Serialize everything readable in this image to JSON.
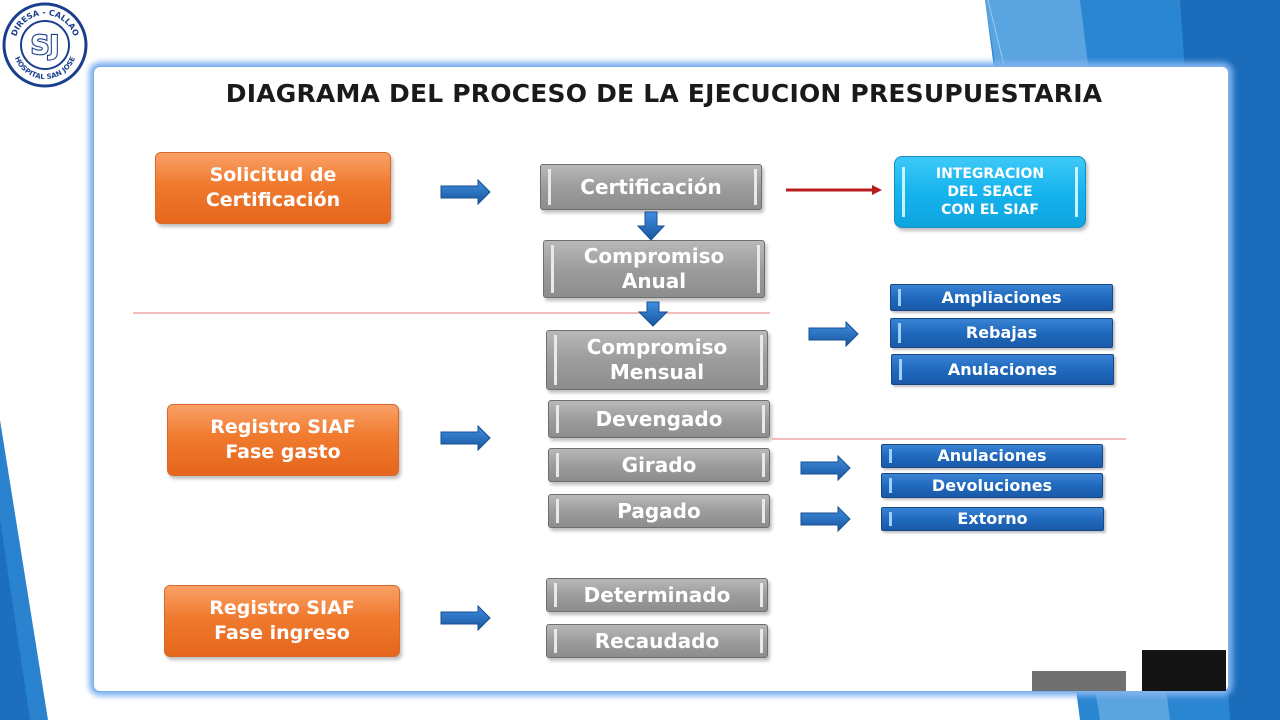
{
  "logo": {
    "top_text": "DIRESA - CALLAO",
    "bottom_text": "HOSPITAL SAN JOSE",
    "monogram": "SJ",
    "icon": "hospital-seal-icon"
  },
  "diagram": {
    "title": "DIAGRAMA DEL PROCESO DE LA EJECUCION PRESUPUESTARIA",
    "left_boxes": {
      "solicitud": "Solicitud de\nCertificación",
      "registro_gasto": "Registro SIAF\nFase gasto",
      "registro_ingreso": "Registro SIAF\nFase ingreso"
    },
    "stages": {
      "certificacion": "Certificación",
      "compromiso_anual": "Compromiso\nAnual",
      "compromiso_mensual": "Compromiso\nMensual",
      "devengado": "Devengado",
      "girado": "Girado",
      "pagado": "Pagado",
      "determinado": "Determinado",
      "recaudado": "Recaudado"
    },
    "integracion": "INTEGRACION\nDEL SEACE\nCON EL SIAF",
    "modificaciones": [
      "Ampliaciones",
      "Rebajas",
      "Anulaciones"
    ],
    "reversiones": [
      "Anulaciones",
      "Devoluciones",
      "Extorno"
    ]
  },
  "colors": {
    "orange": "#f07a2f",
    "grey": "#9c9c9c",
    "blue": "#1f69be",
    "cyan": "#16b4ee",
    "arrow_blue": "#1f6ec4",
    "arrow_red": "#b91c1c",
    "divider": "#e87b7b"
  }
}
